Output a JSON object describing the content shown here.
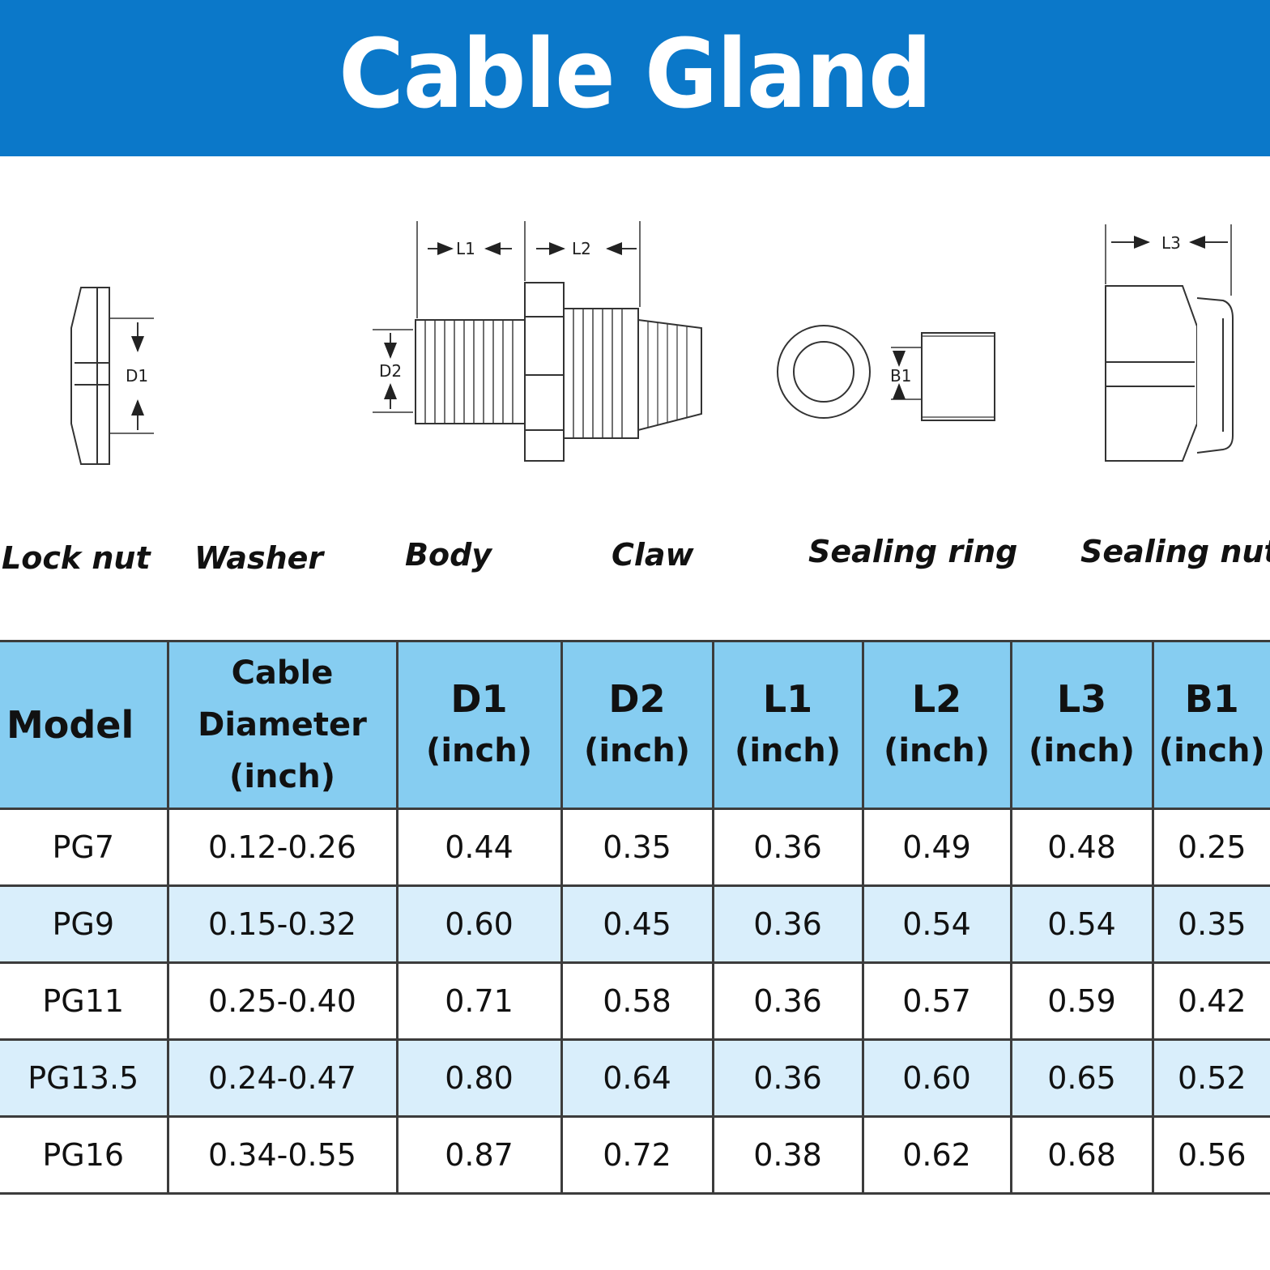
{
  "header": {
    "title": "Cable Gland Specification",
    "background": "#0b78c9"
  },
  "diagram": {
    "labels": {
      "d1": "D1",
      "d2": "D2",
      "l1": "L1",
      "l2": "L2",
      "l3": "L3",
      "b1": "B1"
    },
    "parts": [
      "Lock nut",
      "Washer",
      "Body",
      "Claw",
      "Sealing ring",
      "Sealing nut"
    ]
  },
  "table": {
    "headers": {
      "model": "Model",
      "cable_1": "Cable",
      "cable_2": "Diameter",
      "cable_3": "(inch)",
      "d1": "D1",
      "d2": "D2",
      "l1": "L1",
      "l2": "L2",
      "l3": "L3",
      "b1": "B1",
      "unit": "(inch)"
    },
    "rows": [
      {
        "model": "PG7",
        "cable": "0.12-0.26",
        "d1": "0.44",
        "d2": "0.35",
        "l1": "0.36",
        "l2": "0.49",
        "l3": "0.48",
        "b1": "0.25"
      },
      {
        "model": "PG9",
        "cable": "0.15-0.32",
        "d1": "0.60",
        "d2": "0.45",
        "l1": "0.36",
        "l2": "0.54",
        "l3": "0.54",
        "b1": "0.35"
      },
      {
        "model": "PG11",
        "cable": "0.25-0.40",
        "d1": "0.71",
        "d2": "0.58",
        "l1": "0.36",
        "l2": "0.57",
        "l3": "0.59",
        "b1": "0.42"
      },
      {
        "model": "PG13.5",
        "cable": "0.24-0.47",
        "d1": "0.80",
        "d2": "0.64",
        "l1": "0.36",
        "l2": "0.60",
        "l3": "0.65",
        "b1": "0.52"
      },
      {
        "model": "PG16",
        "cable": "0.34-0.55",
        "d1": "0.87",
        "d2": "0.72",
        "l1": "0.38",
        "l2": "0.62",
        "l3": "0.68",
        "b1": "0.56"
      }
    ],
    "colors": {
      "header_bg": "#86cdf1",
      "alt_row_bg": "#d9eefb"
    }
  }
}
